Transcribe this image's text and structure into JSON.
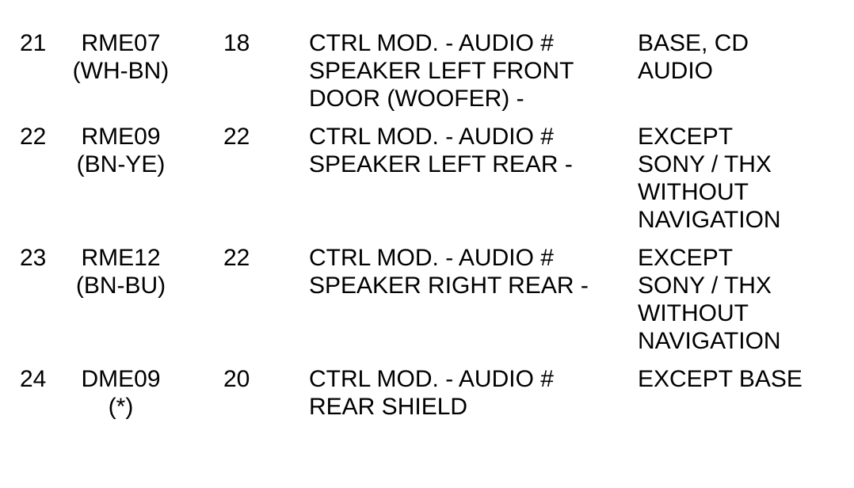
{
  "colors": {
    "background": "#ffffff",
    "text": "#000000"
  },
  "table": {
    "rows": [
      {
        "pin": "21",
        "circuit": [
          "RME07",
          "(WH-BN)"
        ],
        "gauge": "18",
        "description": [
          "CTRL MOD. - AUDIO #",
          "SPEAKER LEFT FRONT",
          "DOOR (WOOFER) -"
        ],
        "notes": [
          "BASE, CD",
          "AUDIO"
        ]
      },
      {
        "pin": "22",
        "circuit": [
          "RME09",
          "(BN-YE)"
        ],
        "gauge": "22",
        "description": [
          "CTRL MOD. - AUDIO #",
          "SPEAKER LEFT REAR -"
        ],
        "notes": [
          "EXCEPT",
          "SONY / THX",
          "WITHOUT",
          "NAVIGATION"
        ]
      },
      {
        "pin": "23",
        "circuit": [
          "RME12",
          "(BN-BU)"
        ],
        "gauge": "22",
        "description": [
          "CTRL MOD. - AUDIO #",
          "SPEAKER RIGHT REAR -"
        ],
        "notes": [
          "EXCEPT",
          "SONY / THX",
          "WITHOUT",
          "NAVIGATION"
        ]
      },
      {
        "pin": "24",
        "circuit": [
          "DME09",
          "(*)"
        ],
        "gauge": "20",
        "description": [
          "CTRL MOD. - AUDIO #",
          "REAR SHIELD"
        ],
        "notes": [
          "EXCEPT BASE"
        ]
      }
    ]
  }
}
